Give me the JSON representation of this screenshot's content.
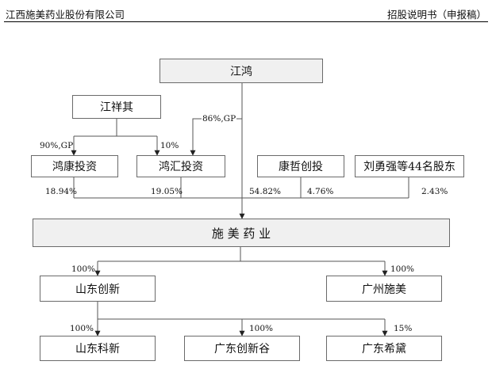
{
  "header": {
    "left": "江西施美药业股份有限公司",
    "right": "招股说明书（申报稿）"
  },
  "nodes": {
    "jianghong": "江鸿",
    "jiangxiangqi": "江祥其",
    "hongkang": "鸿康投资",
    "honghui": "鸿汇投资",
    "kangzhe": "康哲创投",
    "liuyongqiang": "刘勇强等44名股东",
    "shimei": "施 美 药 业",
    "shandong_chuangxin": "山东创新",
    "guangzhou_shimei": "广州施美",
    "shandong_keixin": "山东科新",
    "guangdong_chuangxingu": "广东创新谷",
    "guangdong_xidai": "广东希黛"
  },
  "labels": {
    "jxq_to_hongkang": "90%,GP",
    "jxq_to_honghui": "10%",
    "jh_to_honghui": "86%,GP",
    "hongkang_to_shimei": "18.94%",
    "honghui_to_shimei": "19.05%",
    "jh_to_shimei": "54.82%",
    "kangzhe_to_shimei": "4.76%",
    "liuyq_to_shimei": "2.43%",
    "shimei_to_sdcx": "100%",
    "shimei_to_gzsm": "100%",
    "sdcx_to_sdkx": "100%",
    "sdcx_to_gdcxg": "100%",
    "sdcx_to_gdxd": "15%"
  }
}
